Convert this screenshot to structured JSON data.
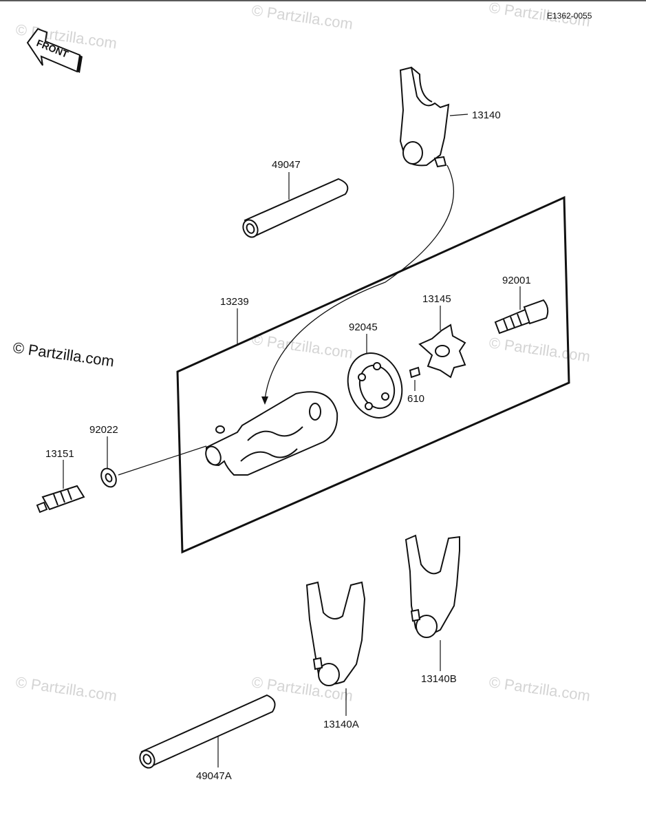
{
  "diagram": {
    "reference_code": "E1362-0055",
    "front_label": "FRONT",
    "watermark_text": "© Partzilla.com",
    "parts": [
      {
        "id": "13140",
        "label": "13140"
      },
      {
        "id": "49047",
        "label": "49047"
      },
      {
        "id": "92001",
        "label": "92001"
      },
      {
        "id": "13239",
        "label": "13239"
      },
      {
        "id": "13145",
        "label": "13145"
      },
      {
        "id": "92045",
        "label": "92045"
      },
      {
        "id": "610",
        "label": "610"
      },
      {
        "id": "92022",
        "label": "92022"
      },
      {
        "id": "13151",
        "label": "13151"
      },
      {
        "id": "13140B",
        "label": "13140B"
      },
      {
        "id": "13140A",
        "label": "13140A"
      },
      {
        "id": "49047A",
        "label": "49047A"
      }
    ]
  }
}
